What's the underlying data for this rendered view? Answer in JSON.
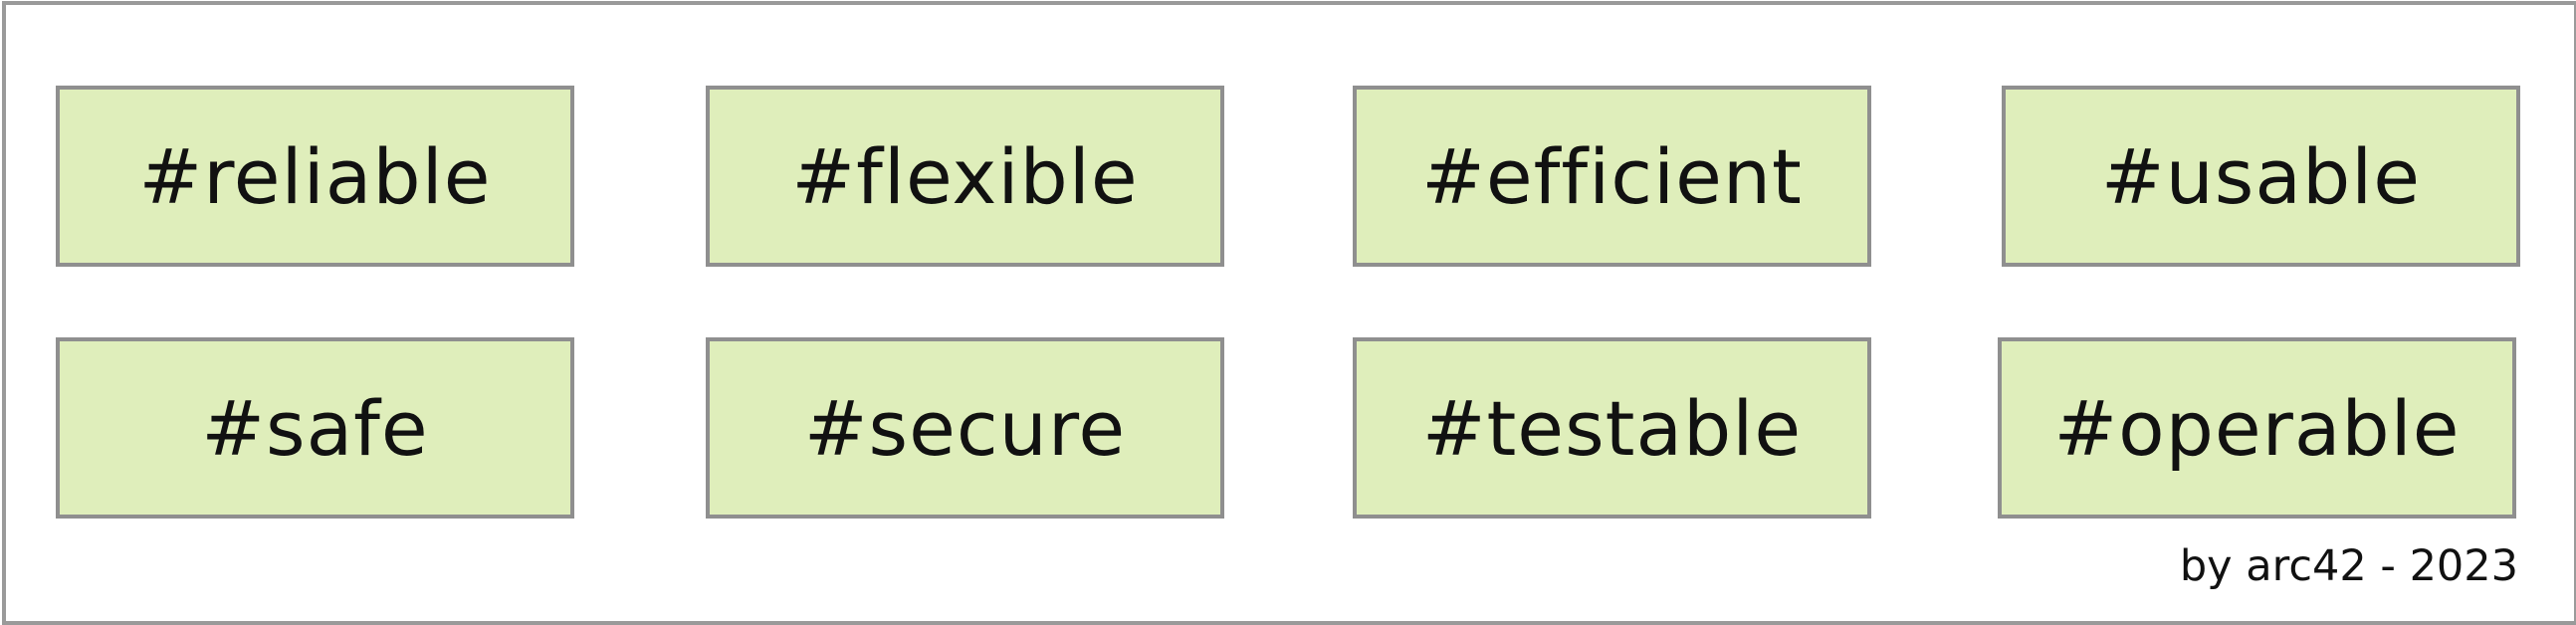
{
  "tags": [
    "#reliable",
    "#flexible",
    "#efficient",
    "#usable",
    "#safe",
    "#secure",
    "#testable",
    "#operable"
  ],
  "footer": "by arc42 - 2023",
  "colors": {
    "tag_fill": "#dfeebb",
    "tag_border": "#8f8f8f",
    "frame_border": "#9a9a9a",
    "text": "#111111"
  }
}
